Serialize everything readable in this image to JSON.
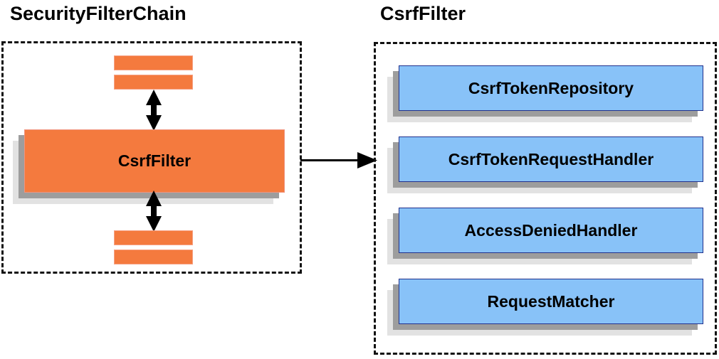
{
  "diagram": {
    "type": "component-collaboration-diagram",
    "background_color": "#ffffff",
    "colors": {
      "filter_orange": "#f47a3e",
      "collaborator_blue": "#88c2f8",
      "blue_border": "#21318c",
      "shadow_near": "#9d9d9d",
      "shadow_far": "#e2e2e2",
      "dashed_border": "#111111",
      "text": "#000000"
    }
  },
  "panels": {
    "left": {
      "title": "SecurityFilterChain",
      "main_block": {
        "label": "CsrfFilter"
      },
      "bars_above": [
        {
          "label": ""
        },
        {
          "label": ""
        }
      ],
      "bars_below": [
        {
          "label": ""
        },
        {
          "label": ""
        }
      ],
      "arrows": [
        {
          "name": "arrow-above",
          "direction": "bidirectional",
          "orientation": "vertical"
        },
        {
          "name": "arrow-below",
          "direction": "bidirectional",
          "orientation": "vertical"
        }
      ]
    },
    "right": {
      "title": "CsrfFilter",
      "collaborators": [
        {
          "label": "CsrfTokenRepository"
        },
        {
          "label": "CsrfTokenRequestHandler"
        },
        {
          "label": "AccessDeniedHandler"
        },
        {
          "label": "RequestMatcher"
        }
      ]
    }
  },
  "connector": {
    "name": "expand-arrow",
    "direction": "left-to-right",
    "orientation": "horizontal",
    "from": "SecurityFilterChain",
    "to": "CsrfFilter"
  }
}
